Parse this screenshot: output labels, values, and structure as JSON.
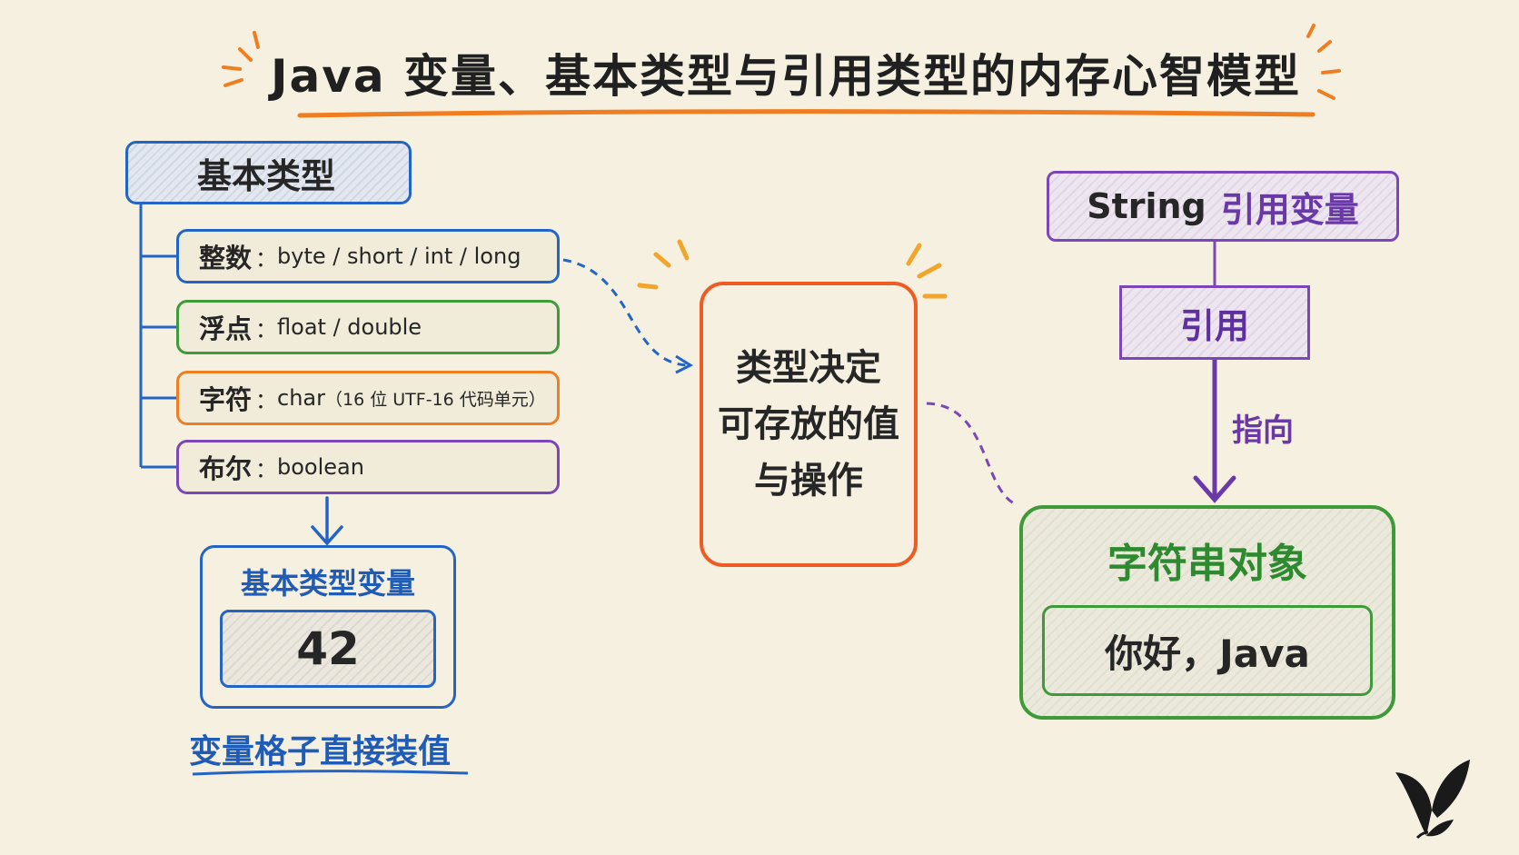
{
  "title": "Java 变量、基本类型与引用类型的内存心智模型",
  "primitive_group": {
    "header": "基本类型",
    "categories": [
      {
        "key": "整数",
        "sep": "：",
        "value": "byte / short / int / long",
        "note": ""
      },
      {
        "key": "浮点",
        "sep": "：",
        "value": "float / double",
        "note": ""
      },
      {
        "key": "字符",
        "sep": "：",
        "value": "char",
        "note": "（16 位 UTF-16 代码单元）"
      },
      {
        "key": "布尔",
        "sep": "：",
        "value": "boolean",
        "note": ""
      }
    ]
  },
  "primitive_variable": {
    "label": "基本类型变量",
    "value": "42",
    "caption": "变量格子直接装值"
  },
  "center_note": {
    "lines": [
      "类型决定",
      "可存放的值",
      "与操作"
    ]
  },
  "reference_side": {
    "variable_prefix": "String",
    "variable_label": "引用变量",
    "reference_label": "引用",
    "pointer_label": "指向",
    "object_label": "字符串对象",
    "object_value": "你好，Java"
  },
  "colors": {
    "blue": "#2364c4",
    "green": "#3f9a3a",
    "orange": "#ef7d22",
    "red_orange": "#ef5b24",
    "purple": "#7a46b8",
    "background": "#f6f0e0"
  },
  "icons": [
    "butterfly-logo-icon"
  ]
}
